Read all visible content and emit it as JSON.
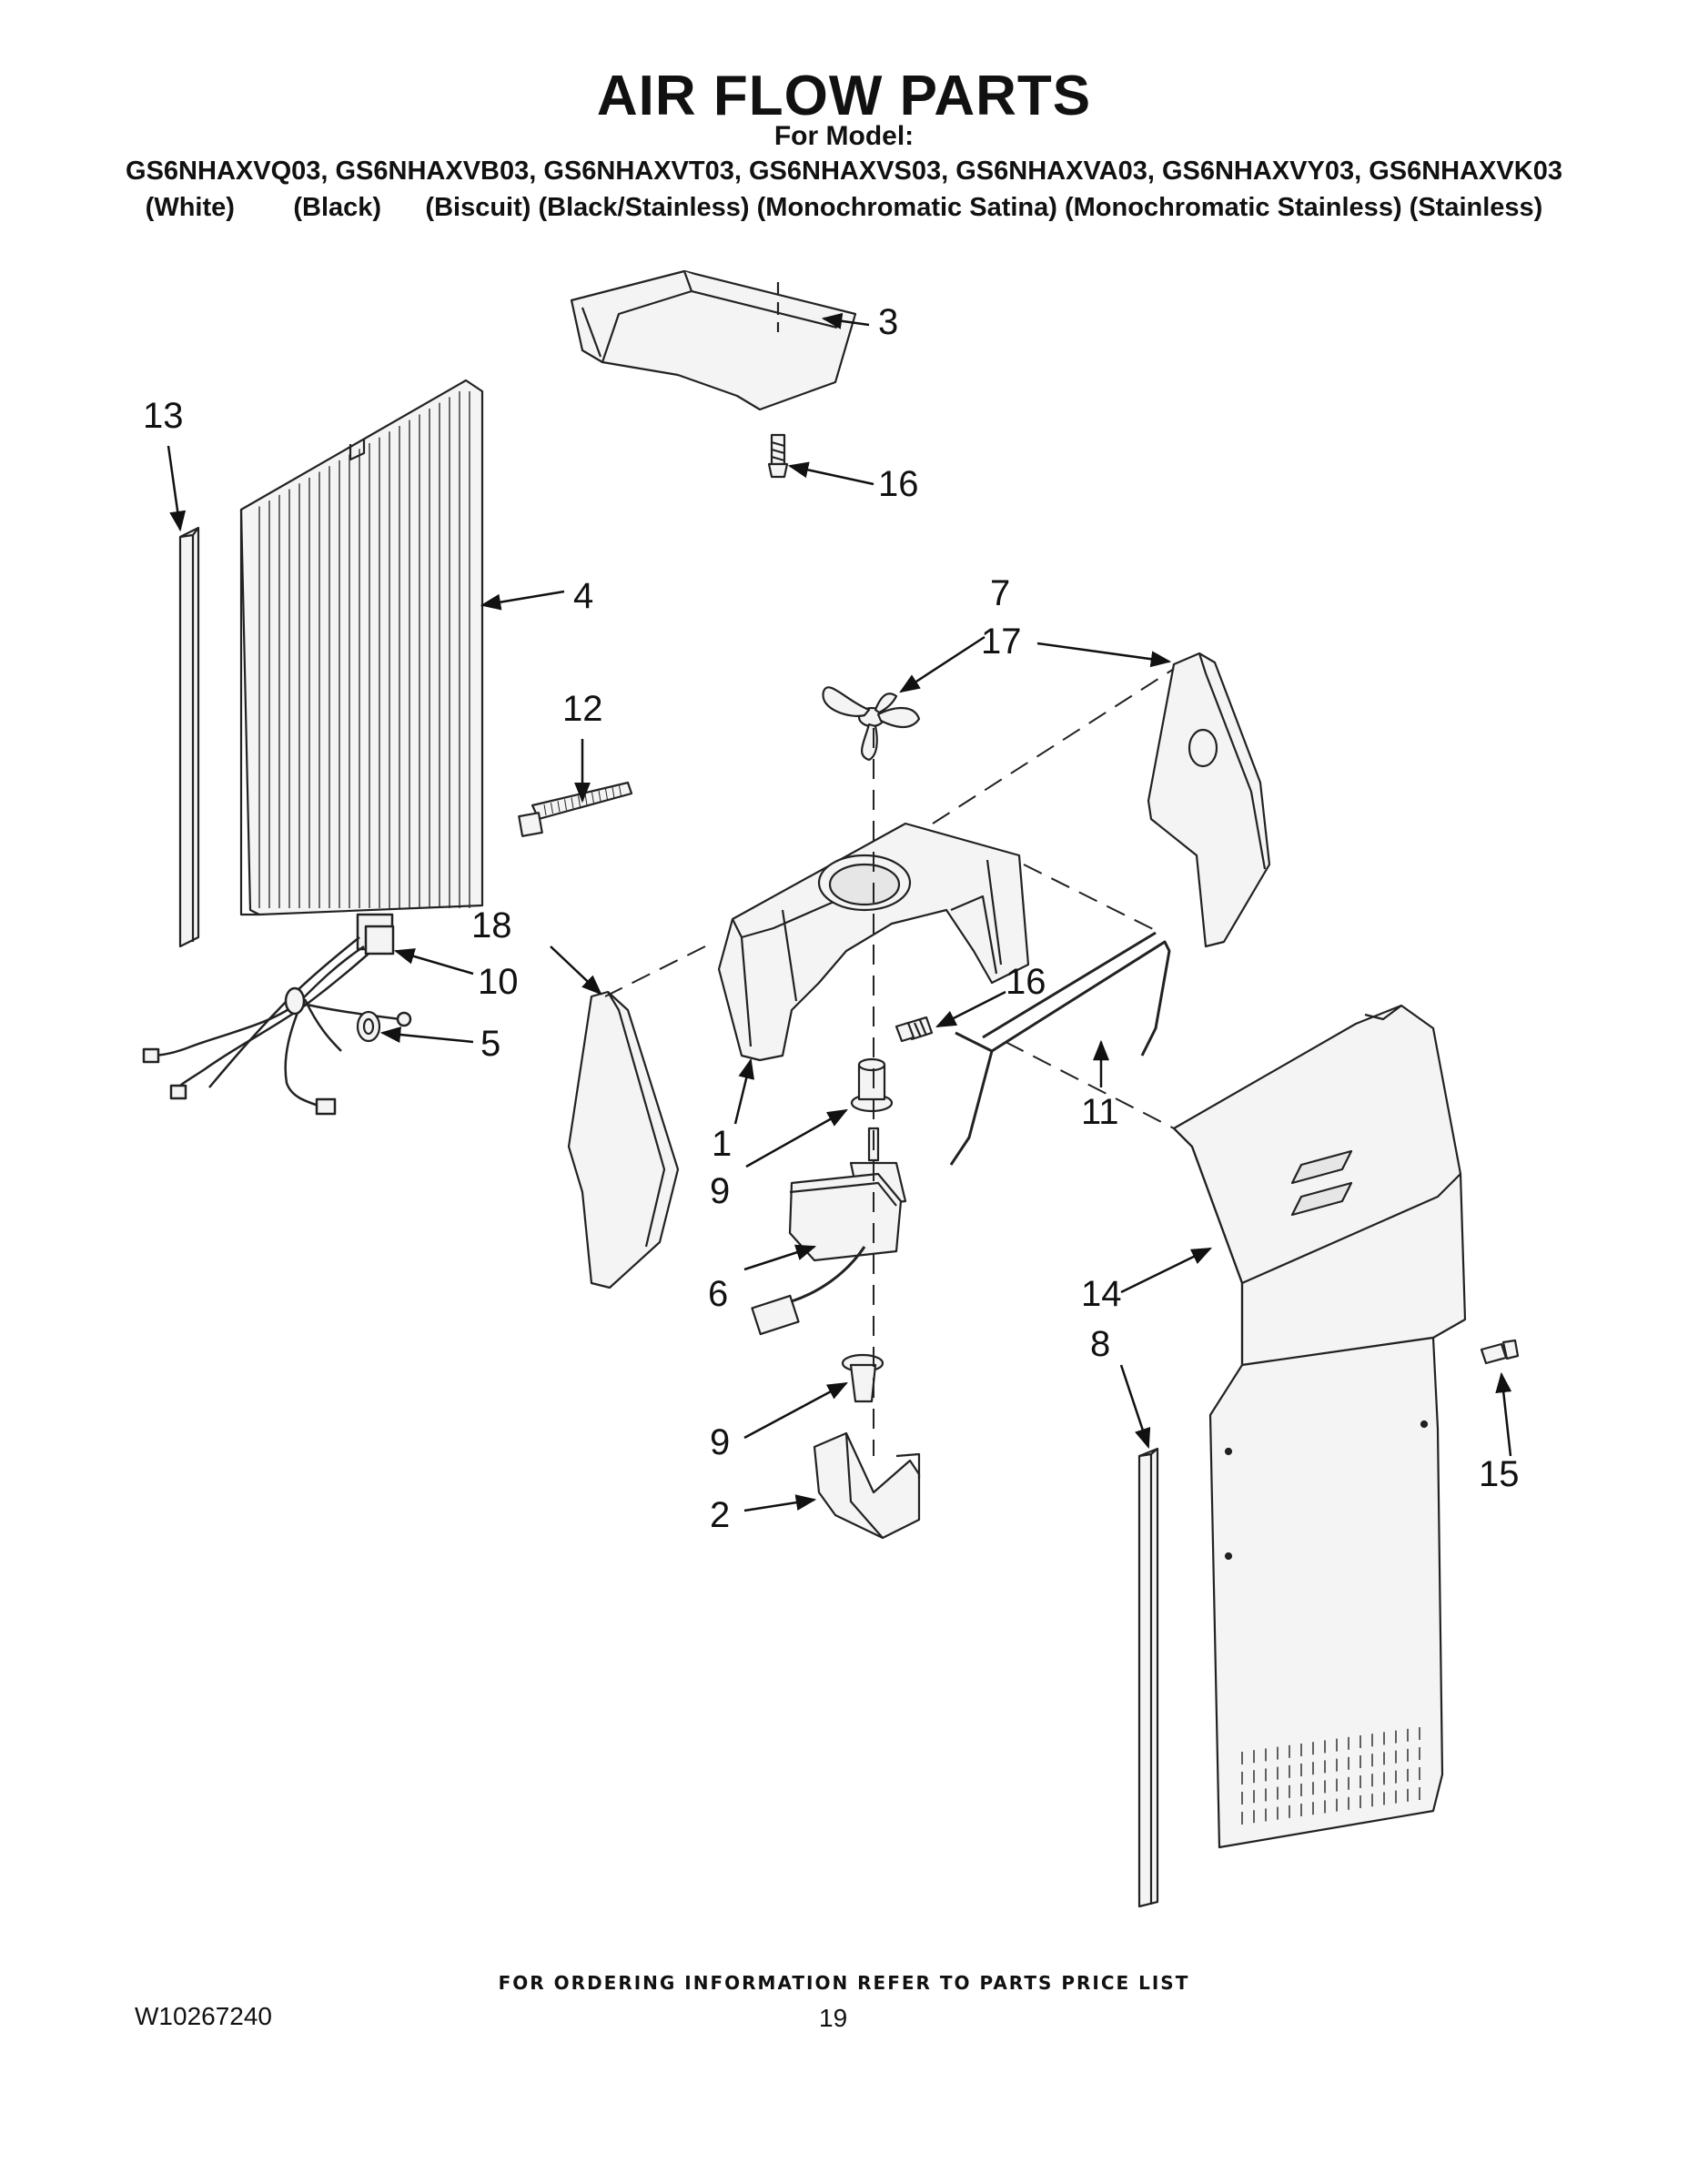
{
  "header": {
    "title": "AIR FLOW PARTS",
    "subtitle": "For Model:",
    "models": "GS6NHAXVQ03, GS6NHAXVB03, GS6NHAXVT03, GS6NHAXVS03, GS6NHAXVA03, GS6NHAXVY03, GS6NHAXVK03",
    "colors": "(White)        (Black)      (Biscuit) (Black/Stainless) (Monochromatic Satina) (Monochromatic Stainless) (Stainless)"
  },
  "callouts": {
    "c1": "1",
    "c2": "2",
    "c3": "3",
    "c4": "4",
    "c5": "5",
    "c6": "6",
    "c7": "7",
    "c8": "8",
    "c9a": "9",
    "c9b": "9",
    "c10": "10",
    "c11": "11",
    "c12": "12",
    "c13": "13",
    "c14": "14",
    "c15": "15",
    "c16a": "16",
    "c16b": "16",
    "c17": "17",
    "c18": "18"
  },
  "footer": {
    "note": "FOR ORDERING INFORMATION REFER TO PARTS PRICE LIST",
    "doc_number": "W10267240",
    "page_number": "19"
  }
}
